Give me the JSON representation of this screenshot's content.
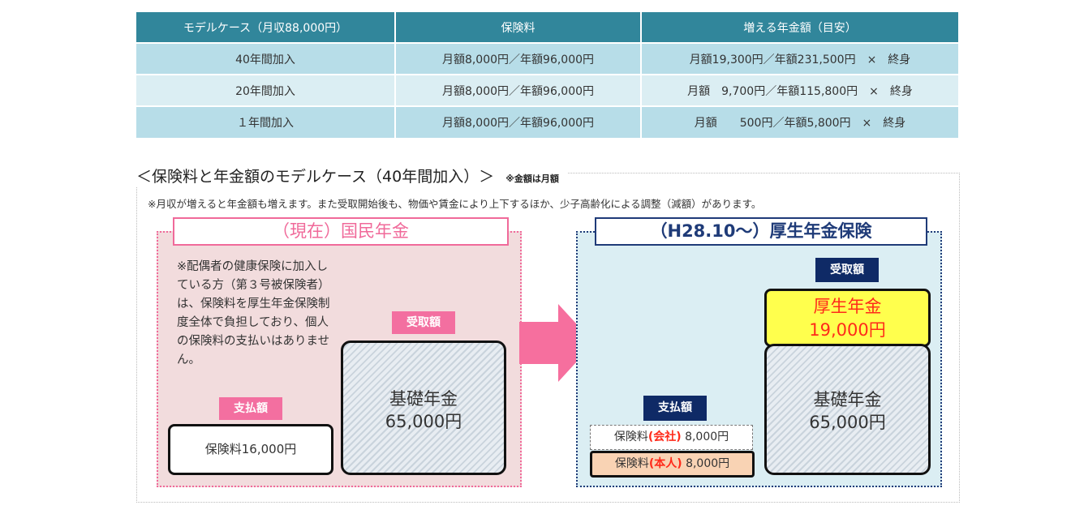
{
  "table": {
    "headers": [
      "モデルケース（月収88,000円）",
      "保険料",
      "増える年金額（目安）"
    ],
    "rows": [
      [
        "40年間加入",
        "月額8,000円／年額96,000円",
        "月額19,300円／年額231,500円　×　終身"
      ],
      [
        "20年間加入",
        "月額8,000円／年額96,000円",
        "月額　9,700円／年額115,800円　×　終身"
      ],
      [
        "１年間加入",
        "月額8,000円／年額96,000円",
        "月額　　500円／年額5,800円　×　終身"
      ]
    ]
  },
  "section": {
    "title": "＜保険料と年金額のモデルケース（40年間加入）＞",
    "title_note": "※金額は月額",
    "note": "※月収が増えると年金額も増えます。また受取開始後も、物価や賃金により上下するほか、少子高齢化による調整（減額）があります。"
  },
  "left": {
    "title": "（現在）国民年金",
    "explanation": "※配偶者の健康保険に加入している方（第３号被保険者）は、保険料を厚生年金保険制度全体で負担しており、個人の保険料の支払いはありません。",
    "receive_label": "受取額",
    "pay_label": "支払額",
    "basic_name": "基礎年金",
    "basic_amount": "65,000円",
    "premium": "保険料16,000円"
  },
  "right": {
    "title": "（H28.10～）厚生年金保険",
    "receive_label": "受取額",
    "pay_label": "支払額",
    "kosei_name": "厚生年金",
    "kosei_amount": "19,000円",
    "basic_name": "基礎年金",
    "basic_amount": "65,000円",
    "company_prefix": "保険料",
    "company_tag": "(会社)",
    "company_amount": "8,000円",
    "self_prefix": "保険料",
    "self_tag": "(本人)",
    "self_amount": "8,000円"
  },
  "colors": {
    "header": "#31869b",
    "pink": "#f36fa0",
    "navy": "#0f2a66",
    "yellow": "#ffff4d",
    "red": "#ff2a1a"
  }
}
